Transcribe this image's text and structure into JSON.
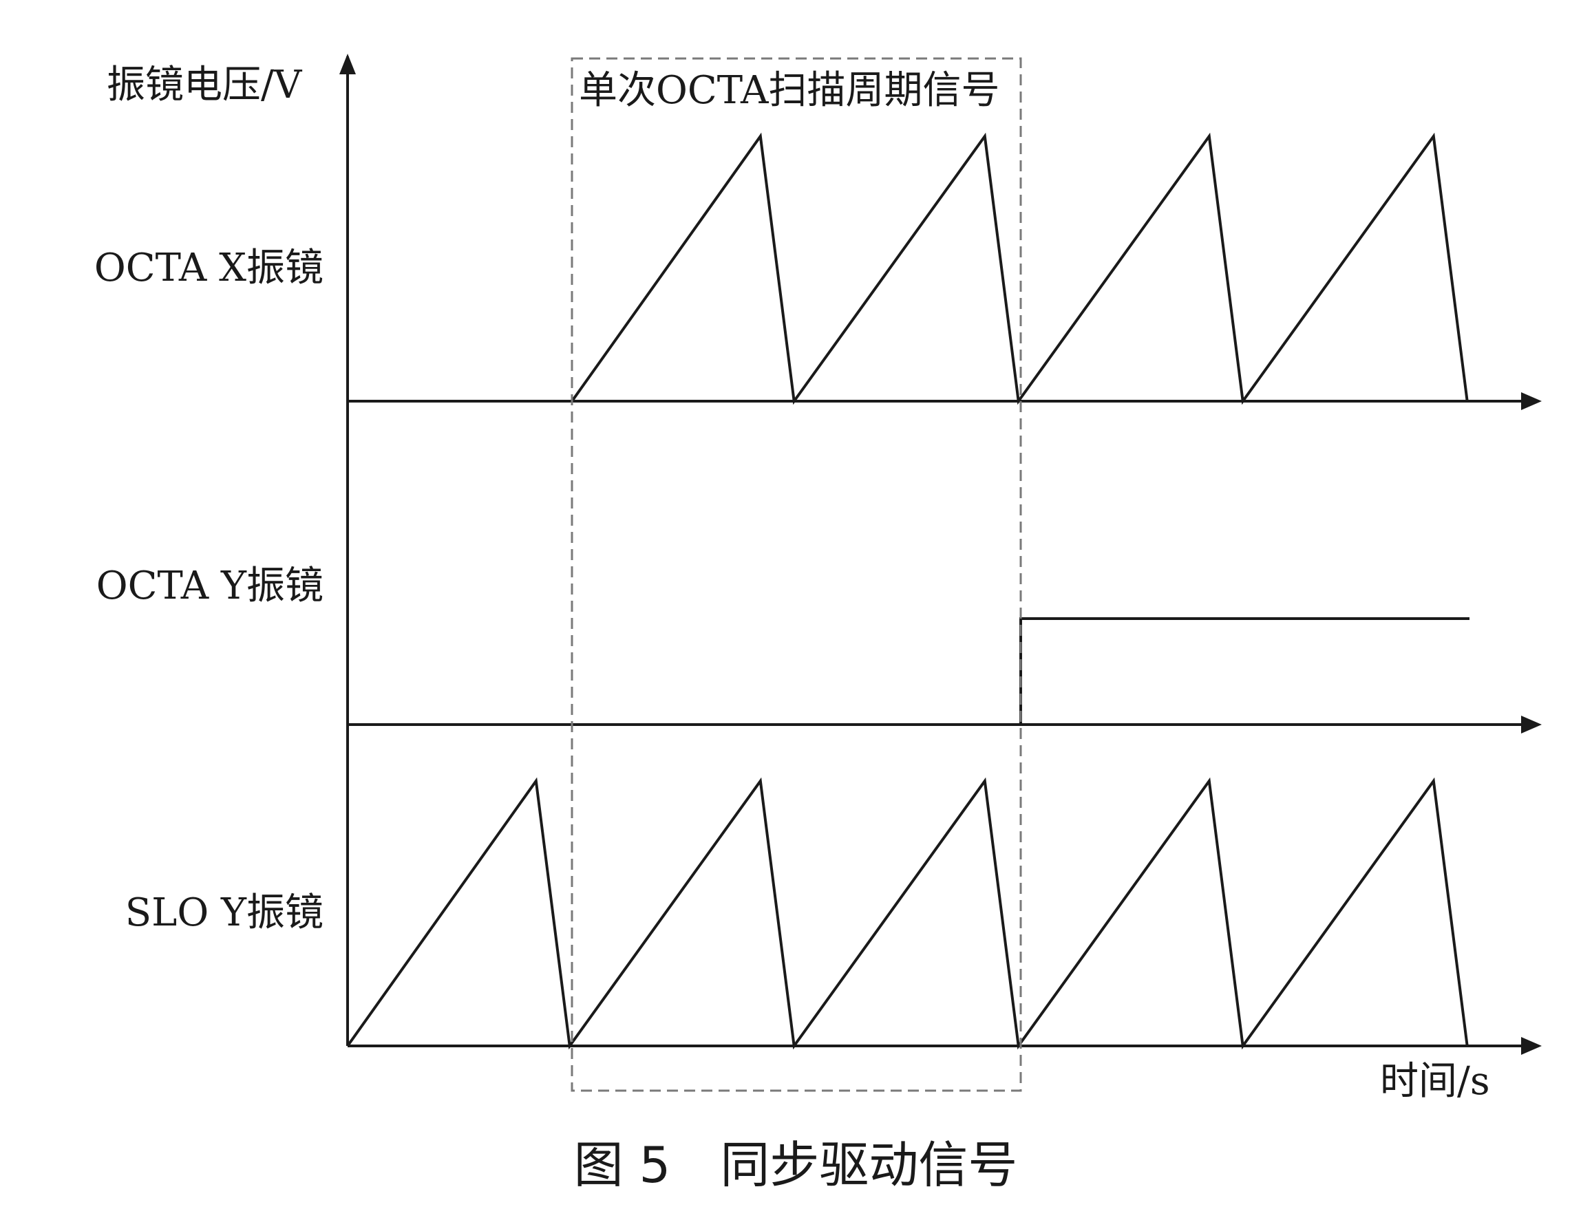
{
  "y_axis_label": "振镜电压/V",
  "x_axis_label": "时间/s",
  "window_label": "单次OCTA扫描周期信号",
  "caption": "图 5　同步驱动信号",
  "colors": {
    "ink": "#1a1a1a",
    "window": "#7a7a7a"
  },
  "chart_data": {
    "type": "line",
    "x_axis_label": "时间/s",
    "y_axis_label": "振镜电压/V",
    "series": [
      {
        "name": "OCTA X振镜",
        "points": [
          [
            0,
            0
          ],
          [
            1,
            0
          ],
          [
            1.84,
            1
          ],
          [
            1.99,
            0
          ],
          [
            2.84,
            1
          ],
          [
            2.99,
            0
          ],
          [
            3.84,
            1
          ],
          [
            3.99,
            0
          ],
          [
            4.84,
            1
          ],
          [
            4.99,
            0
          ]
        ]
      },
      {
        "name": "OCTA Y振镜",
        "points": [
          [
            0,
            0
          ],
          [
            3,
            0
          ],
          [
            3,
            0.4
          ],
          [
            5,
            0.4
          ]
        ]
      },
      {
        "name": "SLO Y振镜",
        "points": [
          [
            0,
            0
          ],
          [
            0.84,
            1
          ],
          [
            0.99,
            0
          ],
          [
            1.84,
            1
          ],
          [
            1.99,
            0
          ],
          [
            2.84,
            1
          ],
          [
            2.99,
            0
          ],
          [
            3.84,
            1
          ],
          [
            3.99,
            0
          ],
          [
            4.84,
            1
          ],
          [
            4.99,
            0
          ]
        ]
      }
    ],
    "highlight_window": {
      "label": "单次OCTA扫描周期信号",
      "x_start": 1,
      "x_end": 3
    }
  }
}
